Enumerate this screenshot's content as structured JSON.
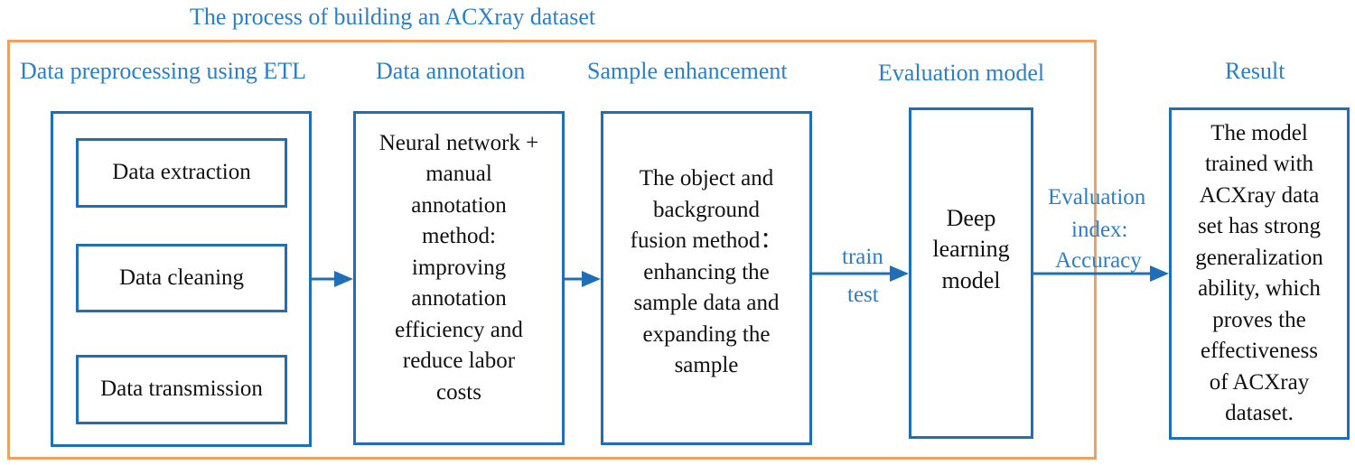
{
  "title": "The process of building an ACXray dataset",
  "sections": {
    "etl": "Data preprocessing using ETL",
    "annotation": "Data annotation",
    "enhancement": "Sample enhancement",
    "evaluation": "Evaluation model",
    "result": "Result"
  },
  "etl_steps": [
    "Data extraction",
    "Data cleaning",
    "Data transmission"
  ],
  "annotation_box": {
    "lines": [
      "Neural network +",
      "manual",
      "annotation",
      "method:",
      "improving",
      "annotation",
      "efficiency and",
      "reduce labor",
      "costs"
    ]
  },
  "enhancement_box": {
    "lines": [
      "The object and",
      "background",
      "fusion method：",
      "enhancing the",
      "sample data and",
      "expanding the",
      "sample"
    ]
  },
  "model_box": {
    "lines": [
      "Deep",
      "learning",
      "model"
    ]
  },
  "result_box": {
    "lines": [
      "The model",
      "trained with",
      "ACXray data",
      "set has strong",
      "generalization",
      "ability, which",
      "proves the",
      "effectiveness",
      "of ACXray",
      "dataset."
    ]
  },
  "arrow_labels": {
    "train": "train",
    "test": "test",
    "evaluation_index": "Evaluation",
    "index": "index:",
    "accuracy": "Accuracy"
  },
  "colors": {
    "box_border": "#1f6fb8",
    "outer_border": "#f0a060",
    "label_text": "#2a7fc8"
  }
}
